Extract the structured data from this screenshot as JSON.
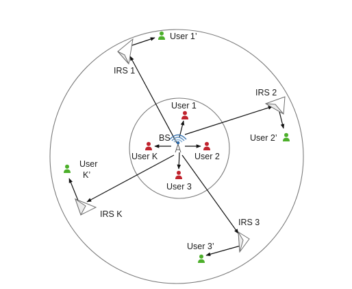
{
  "base_station": {
    "label": "BS",
    "icon": "antenna-icon"
  },
  "inner_users": [
    {
      "id": "u1",
      "label": "User 1",
      "color": "#c0232d",
      "icon": "user-icon"
    },
    {
      "id": "u2",
      "label": "User 2",
      "color": "#c0232d",
      "icon": "user-icon"
    },
    {
      "id": "u3",
      "label": "User 3",
      "color": "#c0232d",
      "icon": "user-icon"
    },
    {
      "id": "uk",
      "label": "User K",
      "color": "#c0232d",
      "icon": "user-icon"
    }
  ],
  "irs": [
    {
      "id": "irs1",
      "label": "IRS 1"
    },
    {
      "id": "irs2",
      "label": "IRS 2"
    },
    {
      "id": "irs3",
      "label": "IRS 3"
    },
    {
      "id": "irsk",
      "label": "IRS K"
    }
  ],
  "outer_users": [
    {
      "id": "u1p",
      "label": "User 1’",
      "color": "#4caf2a",
      "icon": "user-icon"
    },
    {
      "id": "u2p",
      "label": "User 2’",
      "color": "#4caf2a",
      "icon": "user-icon"
    },
    {
      "id": "u3p",
      "label": "User 3’",
      "color": "#4caf2a",
      "icon": "user-icon"
    },
    {
      "id": "ukp",
      "label_line1": "User",
      "label_line2": "K’",
      "color": "#4caf2a",
      "icon": "user-icon"
    }
  ]
}
